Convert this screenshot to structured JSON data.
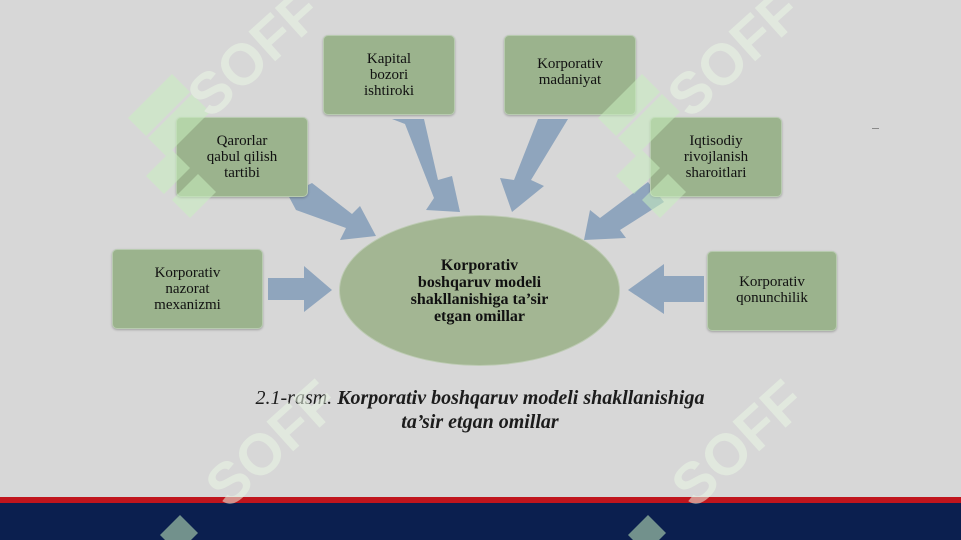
{
  "diagram": {
    "center": {
      "lines": [
        "Korporativ",
        "boshqaruv modeli",
        "shakllanishiga ta’sir",
        "etgan omillar"
      ]
    },
    "factors": {
      "kapital": [
        "Kapital",
        "bozori",
        "ishtiroki"
      ],
      "madaniyat": [
        "Korporativ",
        "madaniyat"
      ],
      "qarorlar": [
        "Qarorlar",
        "qabul qilish",
        "tartibi"
      ],
      "iqtisodiy": [
        "Iqtisodiy",
        "rivojlanish",
        "sharoitlari"
      ],
      "nazorat": [
        "Korporativ",
        "nazorat",
        "mexanizmi"
      ],
      "qonunchilik": [
        "Korporativ",
        "qonunchilik"
      ]
    }
  },
  "caption": {
    "prefix": "2.1-rasm.",
    "bold_line1": "Korporativ boshqaruv modeli shakllanishiga",
    "bold_line2": "ta’sir etgan omillar"
  },
  "watermark": {
    "text": "SOFF"
  },
  "colors": {
    "box_fill": "#9bb38d",
    "arrow_fill": "#8fa5bd",
    "background": "#d7d7d7",
    "footer_navy": "#0b1f4f",
    "footer_red": "#c0151d",
    "watermark_green": "#cfeec7"
  }
}
